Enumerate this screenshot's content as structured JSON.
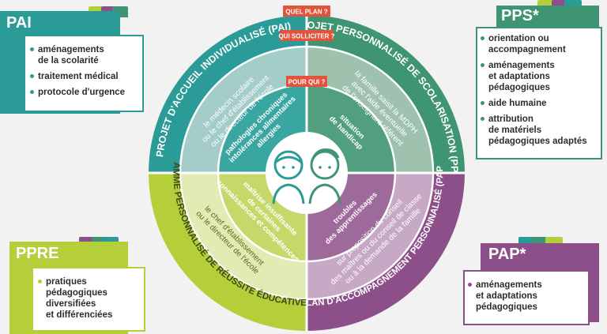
{
  "colors": {
    "pai": "#2a9b97",
    "pps": "#3f9472",
    "ppre": "#b4cf3a",
    "pap": "#8c4f8a",
    "flag": "#e1543b"
  },
  "questions": {
    "quel_plan": "QUEL PLAN ?",
    "qui_solliciter": "QUI SOLLICITER ?",
    "pour_qui": "POUR QUI ?"
  },
  "cards": {
    "pai": {
      "title": "PAI",
      "items": [
        "aménagements",
        "de la scolarité",
        "traitement médical",
        "protocole d'urgence"
      ]
    },
    "pps": {
      "title": "PPS*",
      "items": [
        "orientation ou",
        "accompagnement",
        "aménagements",
        "et adaptations",
        "pédagogiques",
        "aide humaine",
        "attribution",
        "de matériels",
        "pédagogiques adaptés"
      ]
    },
    "ppre": {
      "title": "PPRE",
      "items": [
        "pratiques",
        "pédagogiques",
        "diversifiées",
        "et différenciées"
      ]
    },
    "pap": {
      "title": "PAP*",
      "items": [
        "aménagements",
        "et adaptations",
        "pédagogiques"
      ]
    }
  },
  "ring_outer": {
    "pai": "PROJET D'ACCUEIL INDIVIDUALISÉ (PAI)",
    "pps": "PROJET PERSONNALISÉ DE SCOLARISATION (PPS)*",
    "ppre": "PROGRAMME PERSONNALISÉ DE RÉUSSITE ÉDUCATIVE (PPRE)",
    "pap": "PLAN D'ACCOMPAGNEMENT PERSONNALISÉ (PAP)*"
  },
  "ring_middle": {
    "pai": [
      "le médecin scolaire",
      "ou le chef d'établissement",
      "ou le directeur de l'école"
    ],
    "pps": [
      "la famille saisit la MDPH",
      "avec l'aide éventuelle",
      "de l'enseignant référent"
    ],
    "ppre": [
      "le chef d'établissement",
      "ou le directeur de l'école"
    ],
    "pap": [
      "sur proposition du conseil",
      "des maîtres ou du conseil de classe",
      "ou à la demande de la famille"
    ]
  },
  "ring_inner": {
    "pai": [
      "pathologies chroniques",
      "intolérances alimentaires",
      "allergies"
    ],
    "pps": [
      "situation",
      "de handicap"
    ],
    "ppre": [
      "maîtrise insuffisante",
      "de certaines",
      "connaissances et compétences"
    ],
    "pap": [
      "troubles",
      "des apprentissages"
    ]
  }
}
